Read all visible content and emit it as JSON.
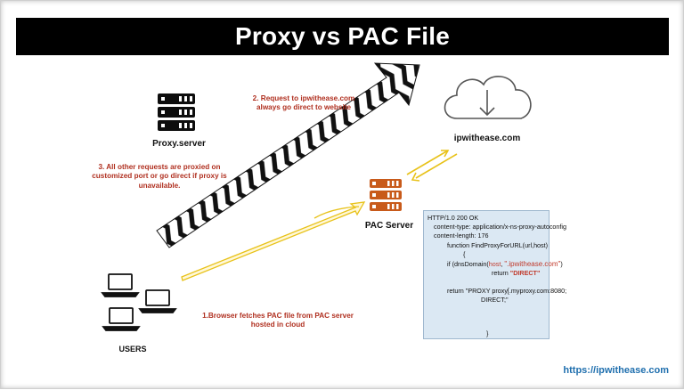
{
  "title": "Proxy vs PAC File",
  "labels": {
    "request_direct": "2. Request to ipwithease.com\nalways go direct to website",
    "proxied_requests": "3. All other requests are proxied on\ncustomized port or go direct if proxy is\nunavailable.",
    "fetch_pac": "1.Browser fetches PAC file from PAC server\nhosted in cloud"
  },
  "nodes": {
    "proxy_server": "Proxy.server",
    "cloud": "ipwithease.com",
    "pac_server": "PAC Server",
    "users": "USERS"
  },
  "pac_response": {
    "status": "HTTP/1.0 200 OK",
    "content_type": "content-type: application/x-ns-proxy-autoconfig",
    "content_length": "content-length: 176",
    "function_decl": "function FindProxyForURL(url,host)",
    "open_brace": "{",
    "if_prefix": "if (dnsDomain(",
    "if_host": "host",
    "if_sep": ", ",
    "if_domain": "\".ipwithease.com\"",
    "if_suffix": ")",
    "return_prefix": "return ",
    "return_direct": "\"DIRECT\"",
    "proxy_line_1": "return \"PROXY proxy[.myproxy.com:8080;",
    "proxy_line_2": "DIRECT;\"",
    "close_brace": "}"
  },
  "credit": "https://ipwithease.com",
  "colors": {
    "title_bg": "#000000",
    "label_red": "#b03020",
    "pac_server_orange": "#c85a1a",
    "arrow_yellow": "#e8c21a",
    "code_bg": "#dbe8f3",
    "credit_blue": "#1f6fae",
    "code_highlight": "#c0392b"
  }
}
